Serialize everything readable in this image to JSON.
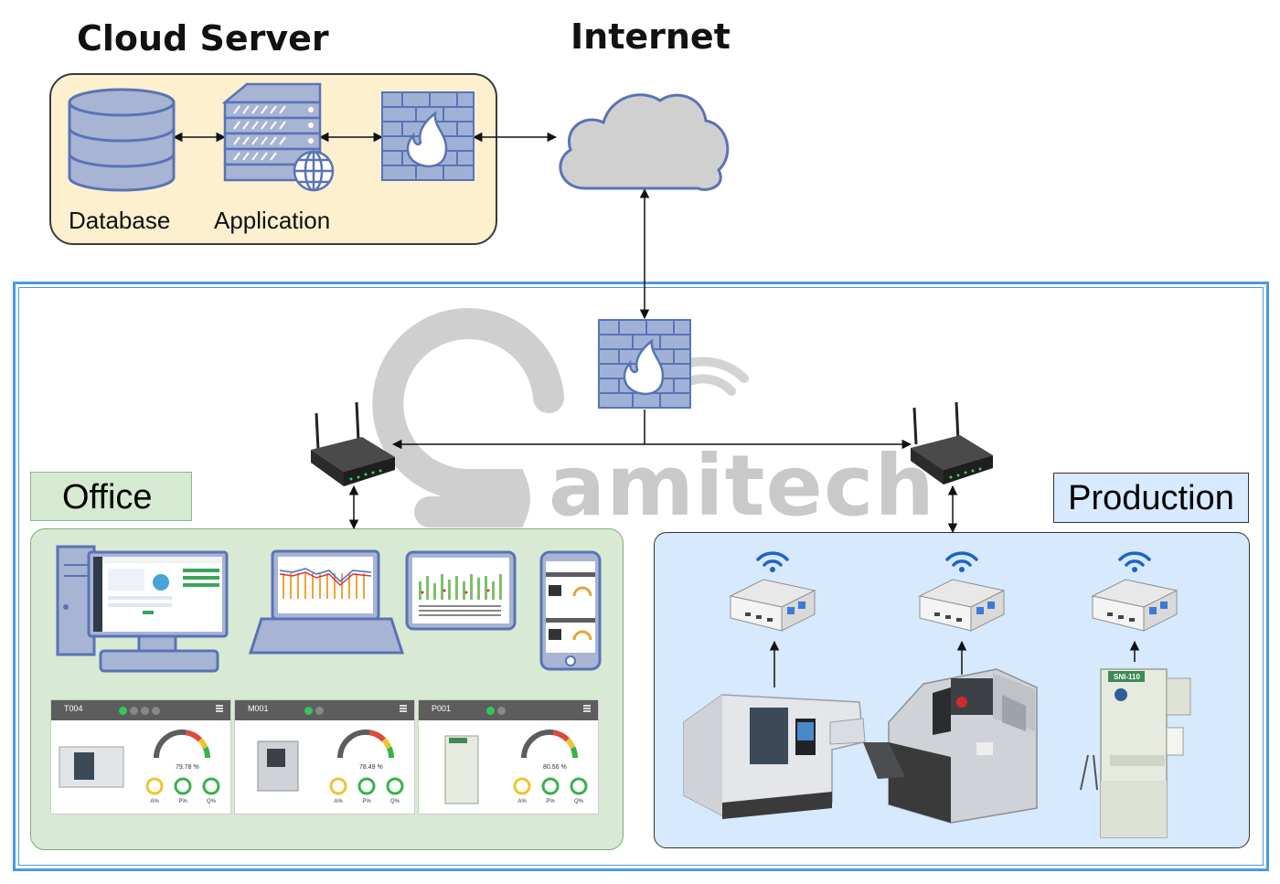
{
  "cloud": {
    "title": "Cloud Server",
    "database_label": "Database",
    "application_label": "Application"
  },
  "internet": {
    "title": "Internet"
  },
  "office": {
    "label": "Office"
  },
  "production": {
    "label": "Production"
  },
  "watermark": {
    "text": "amitech"
  },
  "machines": [
    {
      "id": "T004",
      "oee": "79.78 %",
      "kpis": [
        "A%",
        "P%",
        "Q%"
      ]
    },
    {
      "id": "M001",
      "oee": "78.49 %",
      "kpis": [
        "A%",
        "P%",
        "Q%"
      ]
    },
    {
      "id": "P001",
      "oee": "80.56 %",
      "kpis": [
        "A%",
        "P%",
        "Q%"
      ]
    }
  ],
  "press_label": "SNI-110",
  "colors": {
    "cloud_box": "#fdf0cf",
    "lan_border": "#4a9be3",
    "office_zone": "#d8ead3",
    "production_zone": "#d6e9fd",
    "device_blue": "#5a73b5",
    "firewall": "#9fb2d6"
  }
}
